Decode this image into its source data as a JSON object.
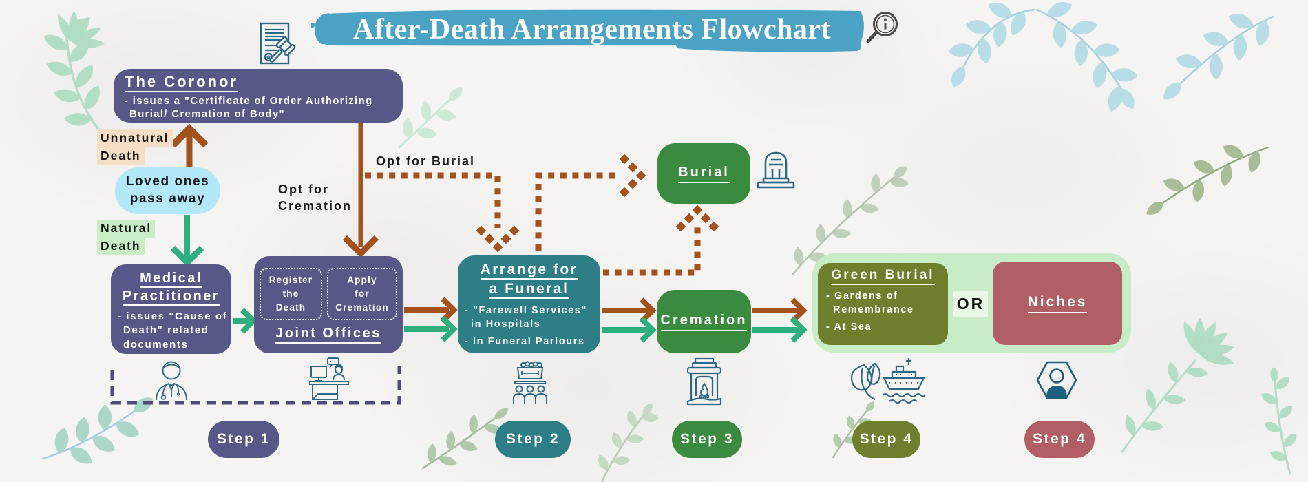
{
  "title": "After-Death Arrangements Flowchart",
  "nodes": {
    "coroner": {
      "title": "The Coronor",
      "body1": "- issues a \"Certificate of Order Authorizing",
      "body2": "Burial/ Cremation of Body\""
    },
    "loved_ones": {
      "line1": "Loved ones",
      "line2": "pass away"
    },
    "unnatural_death": {
      "line1": "Unnatural",
      "line2": "Death"
    },
    "natural_death": {
      "line1": "Natural",
      "line2": "Death"
    },
    "medical_practitioner": {
      "title1": "Medical",
      "title2": "Practitioner",
      "body1": "- issues \"Cause of",
      "body2": "Death\" related",
      "body3": "documents"
    },
    "joint_offices": {
      "title": "Joint Offices",
      "register": {
        "line1": "Register",
        "line2": "the",
        "line3": "Death"
      },
      "apply": {
        "line1": "Apply",
        "line2": "for",
        "line3": "Cremation"
      }
    },
    "arrange_funeral": {
      "title1": "Arrange for",
      "title2": "a Funeral",
      "body1": "- \"Farewell Services\"",
      "body2": "in Hospitals",
      "body3": "- In Funeral Parlours"
    },
    "burial": {
      "title": "Burial"
    },
    "cremation": {
      "title": "Cremation"
    },
    "green_burial": {
      "title": "Green Burial",
      "body1": "- Gardens of",
      "body2": "Remembrance",
      "body3": "- At Sea"
    },
    "or": "OR",
    "niches": {
      "title": "Niches"
    }
  },
  "edge_labels": {
    "opt_burial": "Opt for Burial",
    "opt_cremation1": "Opt for",
    "opt_cremation2": "Cremation"
  },
  "steps": [
    {
      "label": "Step 1",
      "color": "#585888"
    },
    {
      "label": "Step 2",
      "color": "#2d7e86"
    },
    {
      "label": "Step 3",
      "color": "#3a8a40"
    },
    {
      "label": "Step 4",
      "color": "#6f7f2d"
    },
    {
      "label": "Step 4",
      "color": "#b06065"
    }
  ],
  "icons": {
    "header": [
      "document-gavel-icon",
      "magnifier-info-icon"
    ],
    "row": [
      "doctor-icon",
      "registration-desk-icon",
      "funeral-service-icon",
      "cremation-furnace-icon",
      "leaf-icon",
      "ship-icon",
      "niche-person-icon"
    ],
    "burial": "tombstone-icon"
  },
  "colors": {
    "background": "#f5f4f2",
    "title_banner": "#4aa3c5",
    "slate": "#585888",
    "teal": "#2d7e86",
    "green": "#3a8a40",
    "olive": "#6f7f2d",
    "maroon": "#b06065",
    "mint_container": "#c8ecc5",
    "loved_ones_pill": "#b3e8f8",
    "unnatural_highlight": "#f5dec6",
    "natural_highlight": "#c9eec5",
    "arrow_brown": "#a3511d",
    "arrow_green": "#2fae7d",
    "icon_stroke": "#1f5f7e",
    "bracket_dash": "#4d4d7d"
  }
}
